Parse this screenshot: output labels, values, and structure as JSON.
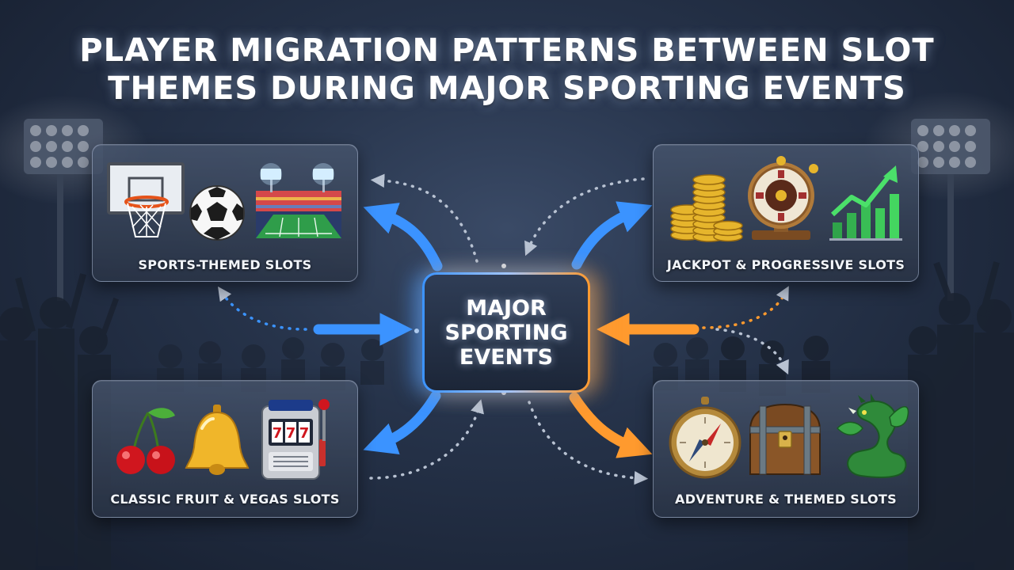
{
  "title": {
    "line1": "PLAYER MIGRATION PATTERNS BETWEEN SLOT",
    "line2": "THEMES DURING MAJOR SPORTING EVENTS"
  },
  "hub": {
    "line1": "MAJOR",
    "line2": "SPORTING",
    "line3": "EVENTS"
  },
  "nodes": {
    "sports": {
      "label": "SPORTS-THEMED SLOTS",
      "icons": [
        "basketball-hoop-icon",
        "soccer-ball-icon",
        "stadium-icon"
      ]
    },
    "jackpot": {
      "label": "JACKPOT & PROGRESSIVE SLOTS",
      "icons": [
        "coin-stack-icon",
        "prize-wheel-icon",
        "growth-chart-icon"
      ]
    },
    "classic": {
      "label": "CLASSIC FRUIT & VEGAS SLOTS",
      "icons": [
        "cherries-icon",
        "bell-icon",
        "slot-machine-icon"
      ]
    },
    "adventure": {
      "label": "ADVENTURE & THEMED SLOTS",
      "icons": [
        "compass-icon",
        "treasure-chest-icon",
        "dragon-icon"
      ]
    }
  },
  "colors": {
    "blue_flow": "#3b93ff",
    "orange_flow": "#ff9a2e",
    "dotted_flow": "#b8c2d2"
  }
}
